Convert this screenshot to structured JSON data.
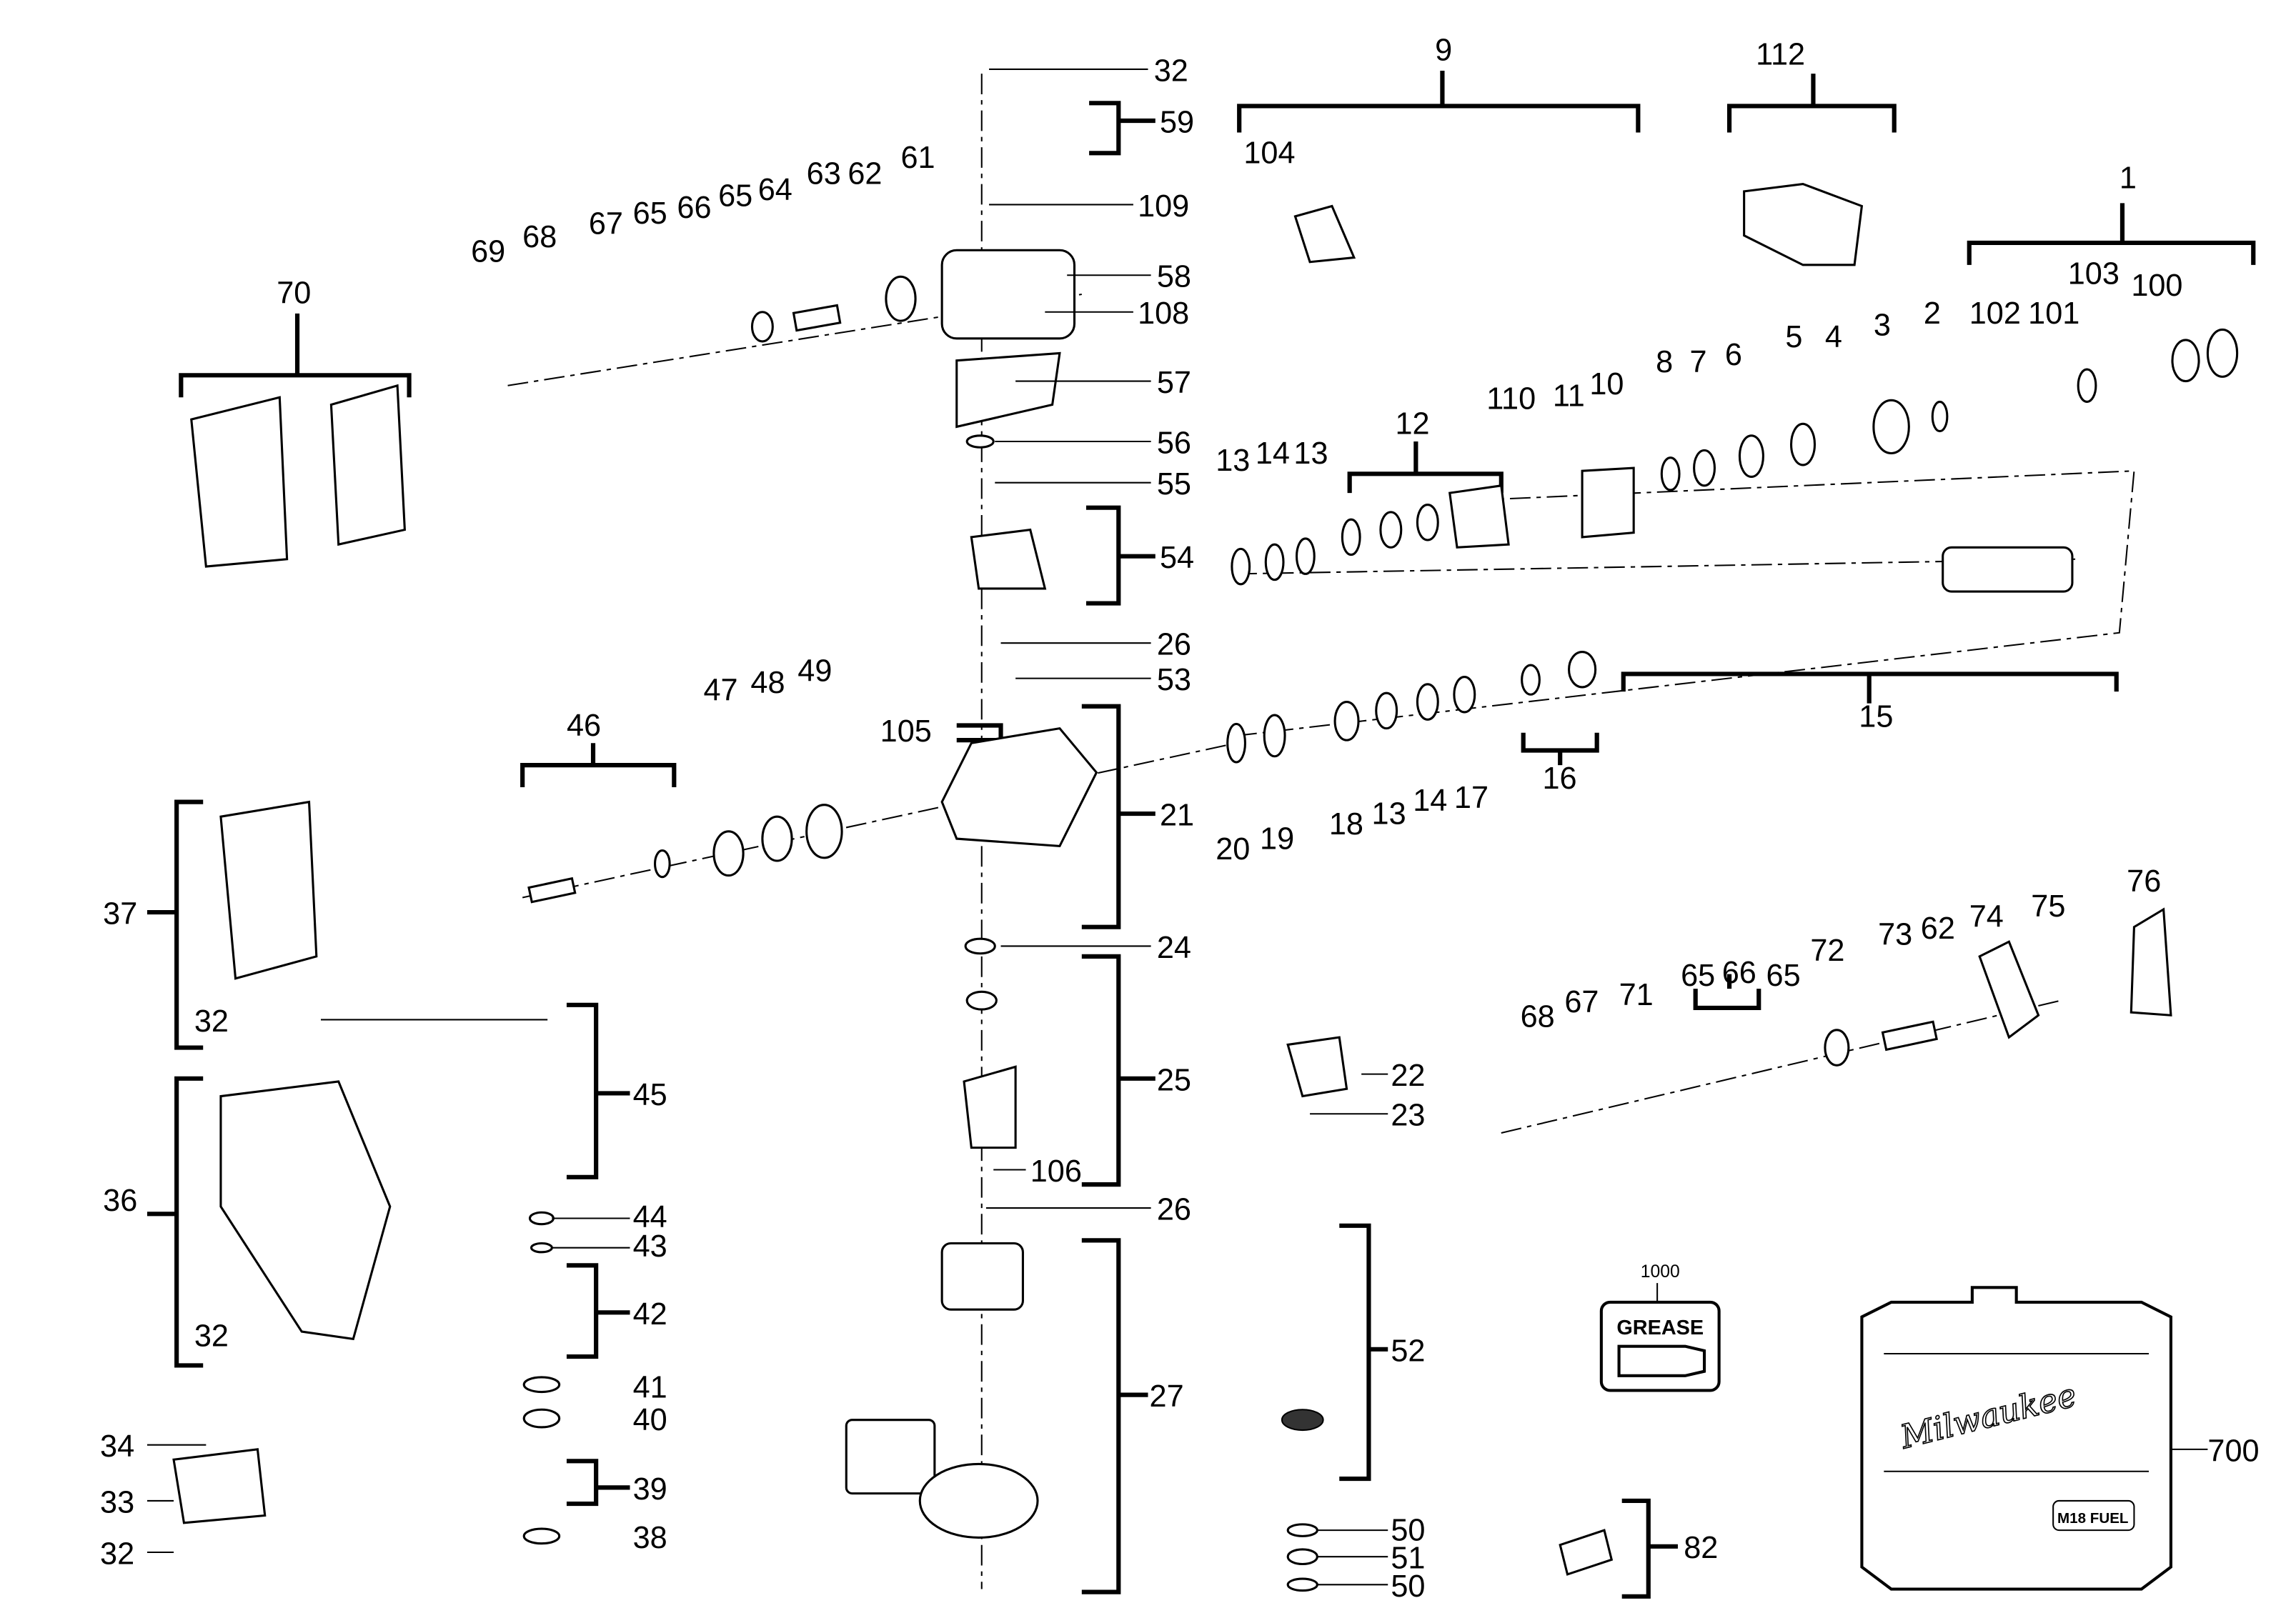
{
  "title": "Exploded parts diagram",
  "labels": [
    "32",
    "59",
    "109",
    "58",
    "108",
    "57",
    "56",
    "55",
    "54",
    "26",
    "53",
    "105",
    "21",
    "24",
    "25",
    "106",
    "26",
    "27",
    "69",
    "68",
    "67",
    "65",
    "66",
    "65",
    "64",
    "63",
    "62",
    "61",
    "70",
    "9",
    "104",
    "112",
    "1",
    "103",
    "100",
    "102",
    "101",
    "2",
    "3",
    "4",
    "5",
    "6",
    "7",
    "8",
    "10",
    "11",
    "110",
    "12",
    "13",
    "14",
    "13",
    "15",
    "16",
    "17",
    "14",
    "13",
    "18",
    "19",
    "20",
    "46",
    "47",
    "48",
    "49",
    "37",
    "32",
    "36",
    "32",
    "34",
    "33",
    "32",
    "45",
    "44",
    "43",
    "42",
    "41",
    "40",
    "39",
    "38",
    "22",
    "23",
    "52",
    "50",
    "51",
    "50",
    "76",
    "75",
    "74",
    "62",
    "73",
    "72",
    "65",
    "66",
    "65",
    "71",
    "67",
    "68",
    "82",
    "700"
  ],
  "grease": {
    "part_number": "1000",
    "label": "GREASE"
  },
  "case_branding": {
    "brand": "Milwaukee",
    "badge": "M18 FUEL"
  }
}
